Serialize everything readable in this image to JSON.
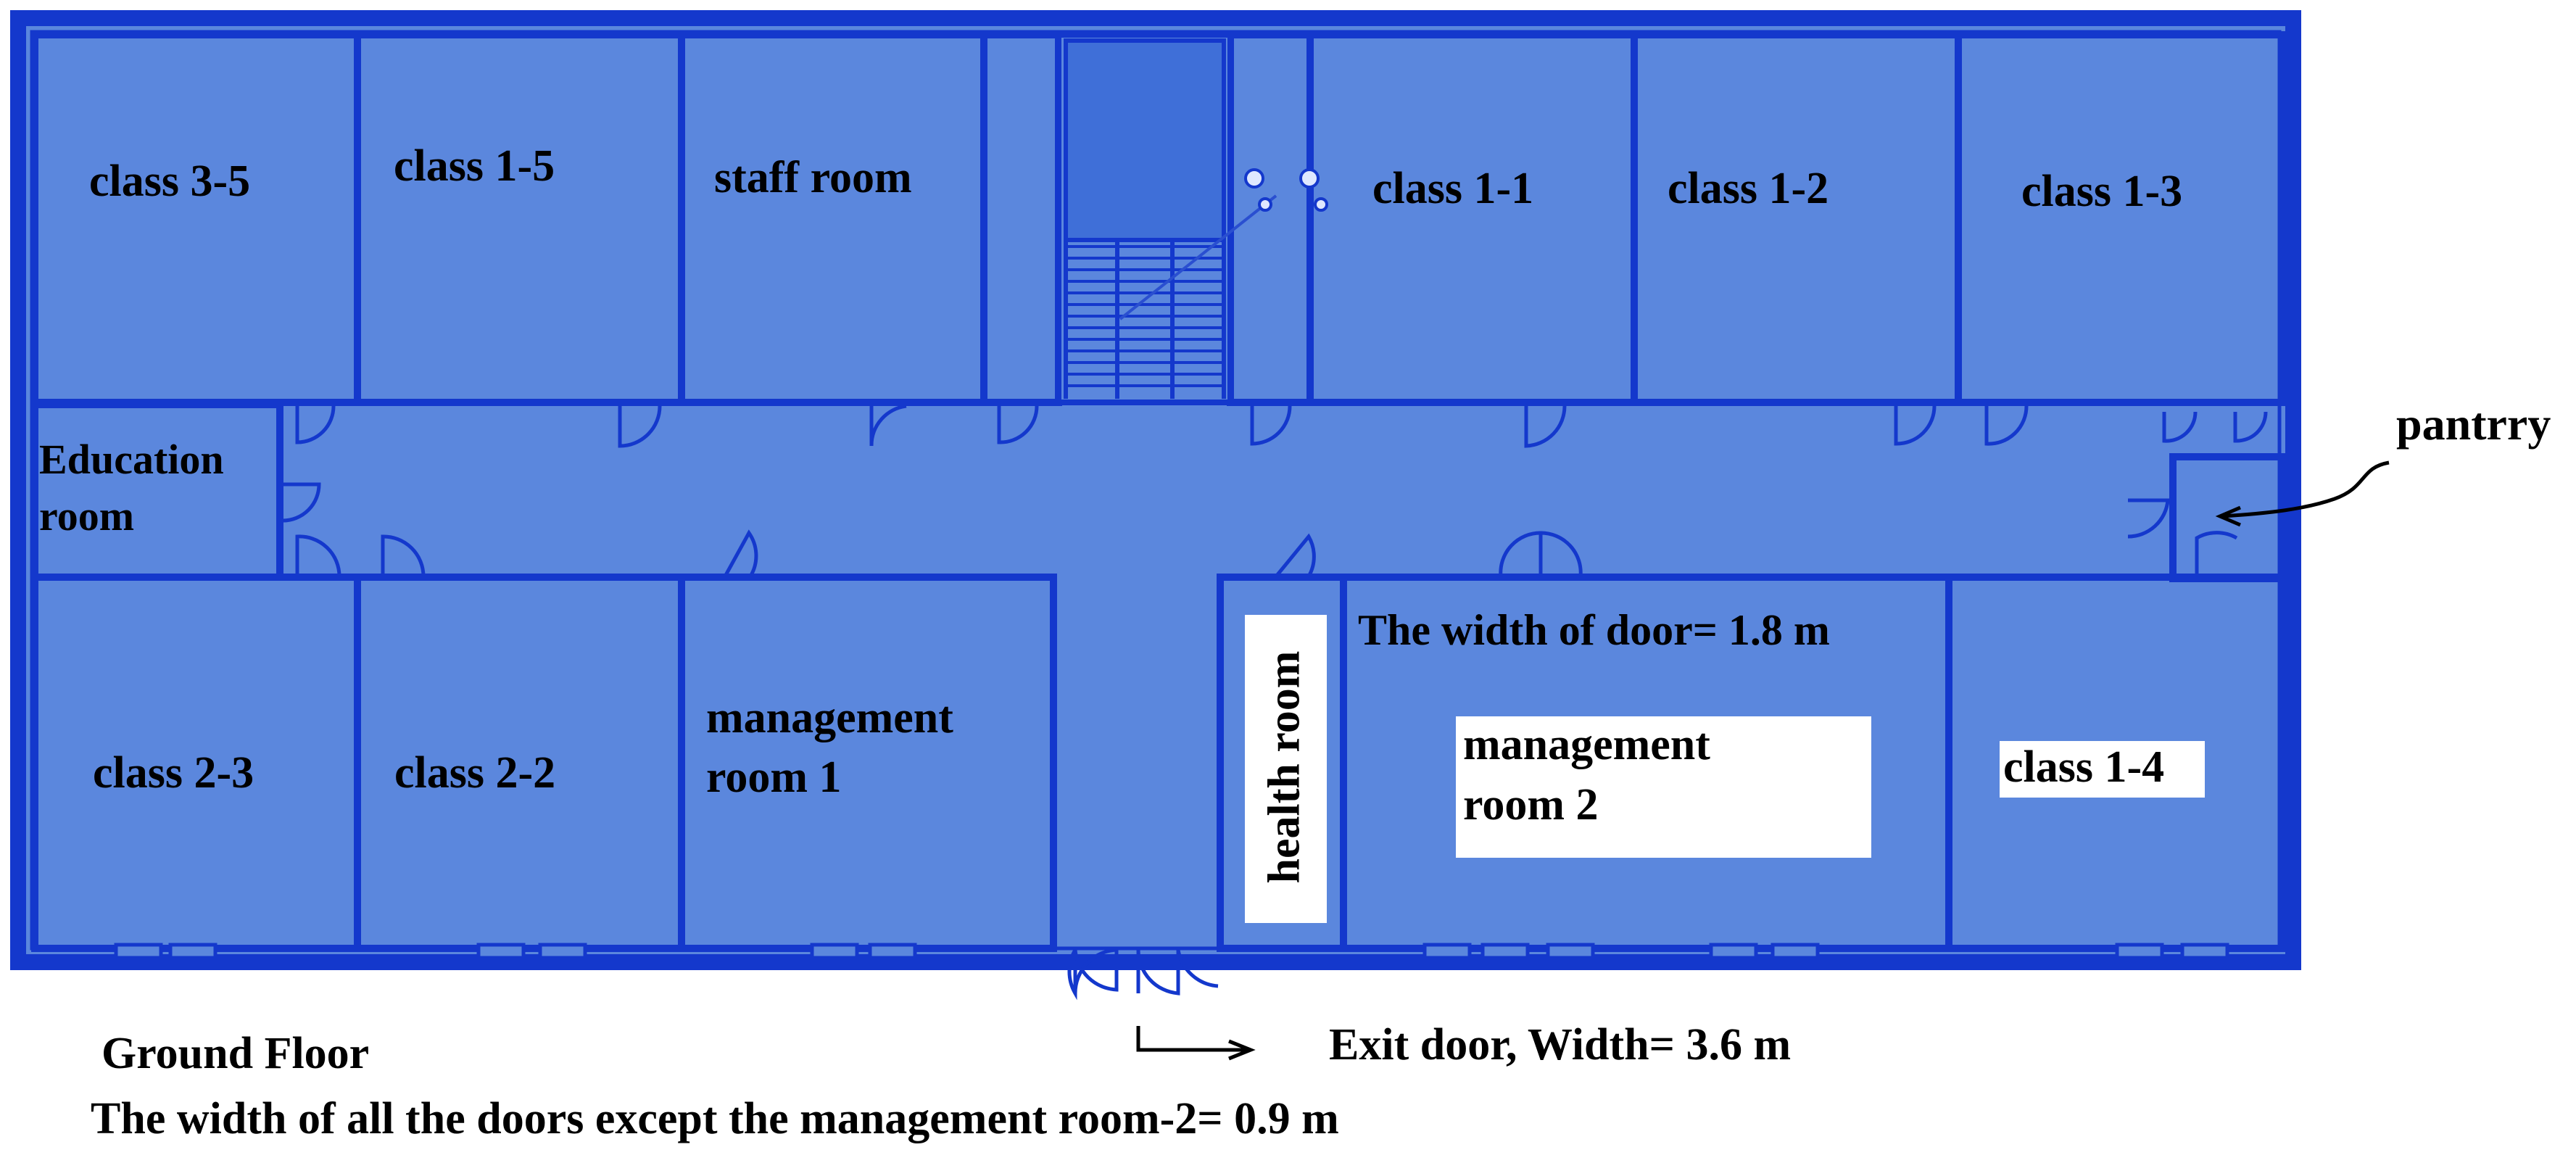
{
  "rooms": {
    "class_3_5": "class 3-5",
    "class_1_5": "class 1-5",
    "staff_room": "staff room",
    "class_1_1": "class 1-1",
    "class_1_2": "class 1-2",
    "class_1_3": "class 1-3",
    "education_room_line1": "Education",
    "education_room_line2": "room",
    "class_2_3": "class 2-3",
    "class_2_2": "class 2-2",
    "management_room_1_line1": "management",
    "management_room_1_line2": "room 1",
    "health_room": "health room",
    "management_room_2_line1": "management",
    "management_room_2_line2": "room 2",
    "class_1_4": "class 1-4"
  },
  "annotations": {
    "pantry": "pantrry",
    "door_width_mgmt2": "The width of door= 1.8 m",
    "exit_door": "Exit door, Width= 3.6 m",
    "floor_title": "Ground Floor",
    "door_width_all": "The width of all the doors except  the management room-2= 0.9 m"
  },
  "colors": {
    "floor_fill": "#5b87dd",
    "wall": "#1438cc",
    "stair_fill": "#3f6fd8",
    "label_bg": "#ffffff",
    "text": "#000000"
  }
}
